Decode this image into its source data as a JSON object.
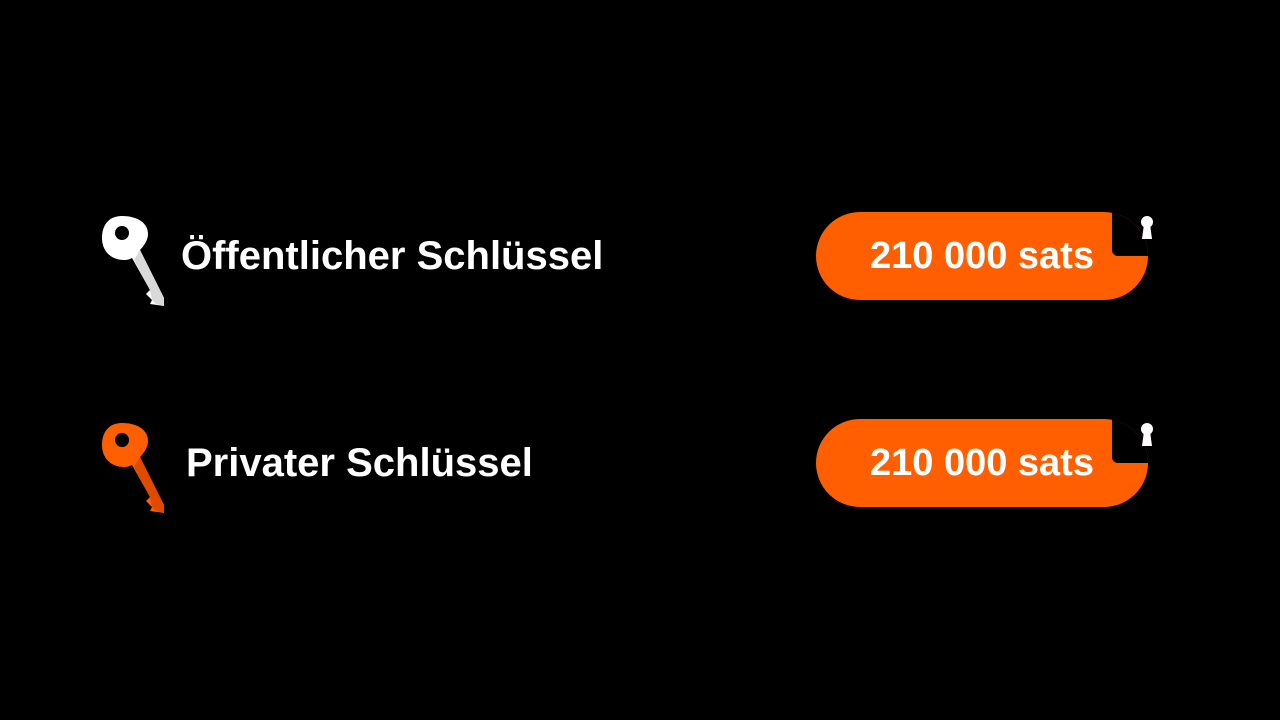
{
  "rows": [
    {
      "label": "Öffentlicher Schlüssel",
      "icon": "key-icon",
      "icon_color": "#ffffff",
      "amount": "210 000 sats"
    },
    {
      "label": "Privater Schlüssel",
      "icon": "key-icon",
      "icon_color": "#ff5f00",
      "amount": "210 000 sats"
    }
  ],
  "colors": {
    "background": "#000000",
    "accent": "#ff5f00",
    "text": "#ffffff"
  }
}
